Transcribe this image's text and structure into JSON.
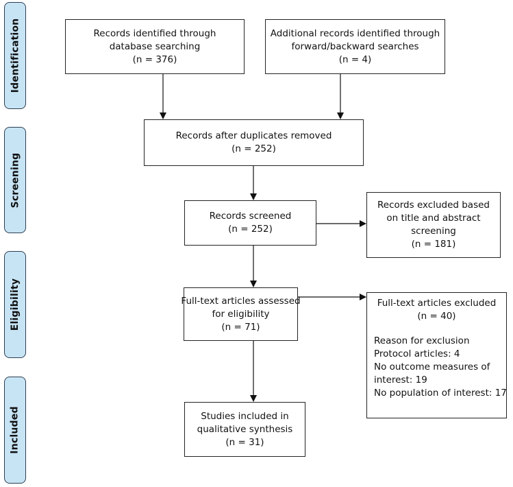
{
  "phases": {
    "identification": "Identification",
    "screening": "Screening",
    "eligibility": "Eligibility",
    "included": "Included"
  },
  "boxes": {
    "database_search": {
      "line1": "Records identified through",
      "line2": "database searching",
      "count": "(n = 376)"
    },
    "additional_records": {
      "line1": "Additional records identified through",
      "line2": "forward/backward searches",
      "count": "(n = 4)"
    },
    "duplicates_removed": {
      "line1": "Records after duplicates removed",
      "count": "(n = 252)"
    },
    "records_screened": {
      "line1": "Records screened",
      "count": "(n = 252)"
    },
    "records_excluded": {
      "line1": "Records excluded based",
      "line2": "on title and abstract",
      "line3": "screening",
      "count": "(n = 181)"
    },
    "fulltext_assessed": {
      "line1": "Full-text articles assessed",
      "line2": "for eligibility",
      "count": "(n = 71)"
    },
    "fulltext_excluded": {
      "line1": "Full-text articles excluded",
      "count": "(n = 40)",
      "reasons_heading": "Reason for exclusion",
      "reasons": [
        "Protocol articles: 4",
        "No outcome measures of",
        "interest: 19",
        "No population of interest: 17"
      ]
    },
    "studies_included": {
      "line1": "Studies included in",
      "line2": "qualitative synthesis",
      "count": "(n = 31)"
    }
  }
}
